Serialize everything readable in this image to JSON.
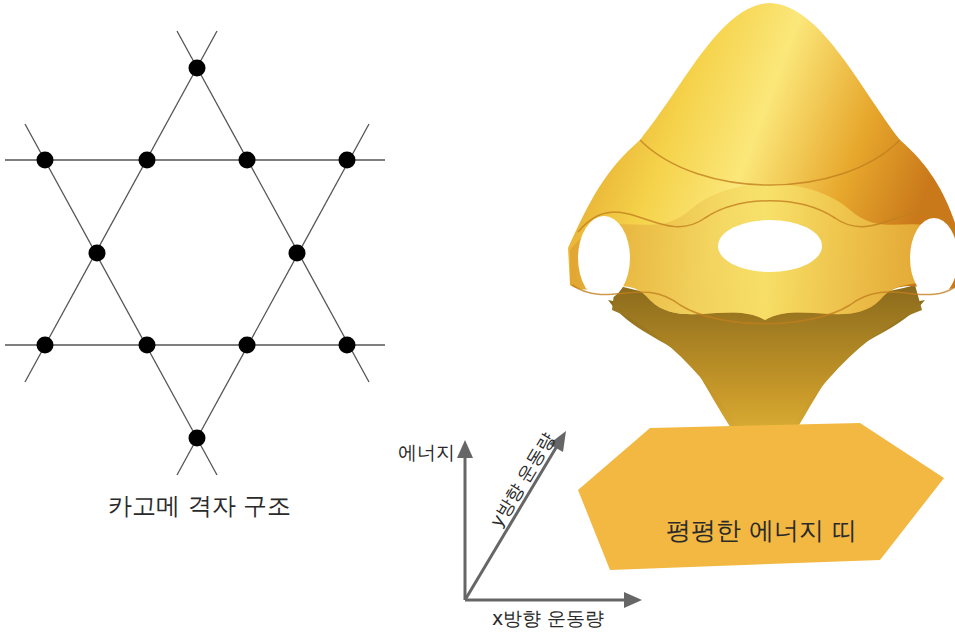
{
  "diagram": {
    "nodes": [
      {
        "text": [
          "평평한 에너지 띠"
        ]
      }
    ],
    "labels": [
      "카고메 격자 구조",
      "에너지",
      "y방향 운동량",
      "x방향 운동량"
    ]
  }
}
